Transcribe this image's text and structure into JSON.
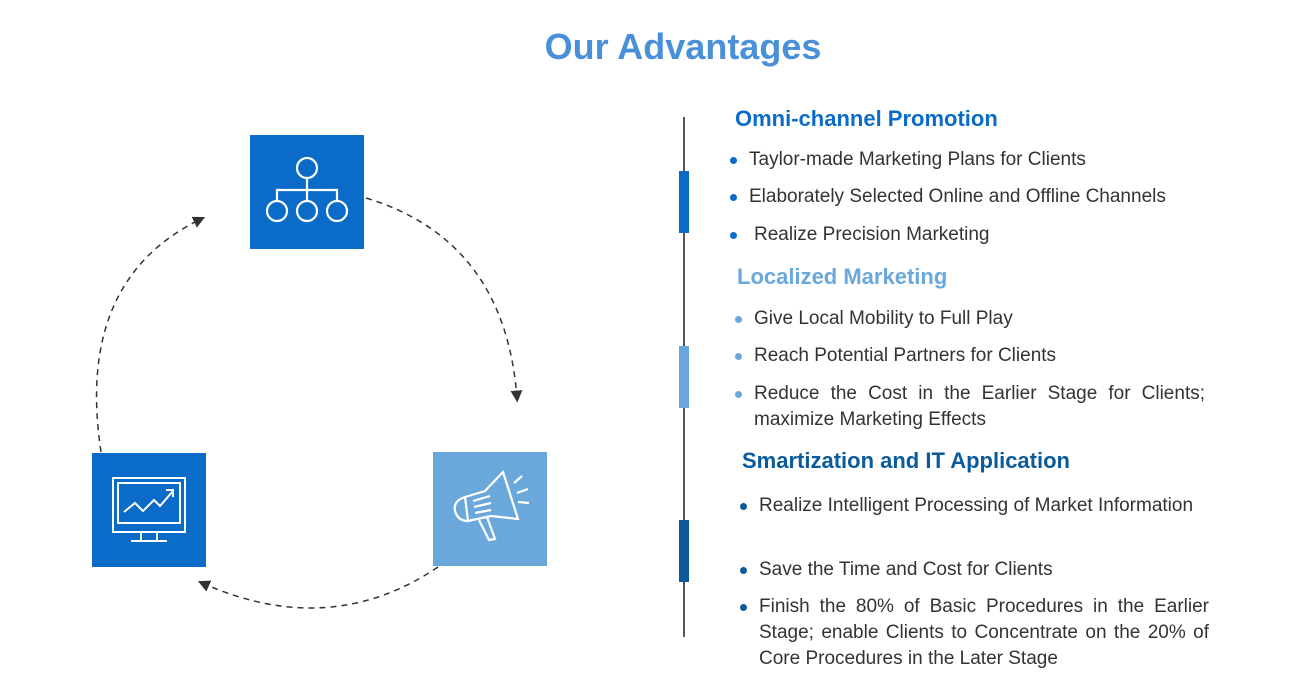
{
  "title": "Our Advantages",
  "colors": {
    "primary": "#0b6bc8",
    "light": "#6aa8dc",
    "dark": "#0a5a9c",
    "title": "#4a90d9"
  },
  "cycle": {
    "icons": [
      "org-chart-icon",
      "megaphone-icon",
      "monitor-chart-icon"
    ]
  },
  "sections": [
    {
      "heading": "Omni-channel Promotion",
      "items": [
        "Taylor-made Marketing Plans for Clients",
        "Elaborately Selected Online and Offline Channels",
        "Realize Precision Marketing"
      ]
    },
    {
      "heading": "Localized Marketing",
      "items": [
        "Give Local Mobility to Full Play",
        "Reach Potential Partners for Clients",
        "Reduce the Cost in the Earlier Stage for Clients; maximize Marketing Effects"
      ]
    },
    {
      "heading": "Smartization and IT Application",
      "items": [
        "Realize Intelligent Processing of Market Information",
        "Save the Time and Cost for Clients",
        "Finish the 80% of Basic Procedures in the Earlier Stage; enable Clients to Concentrate on the 20% of Core Procedures in the Later Stage"
      ]
    }
  ]
}
